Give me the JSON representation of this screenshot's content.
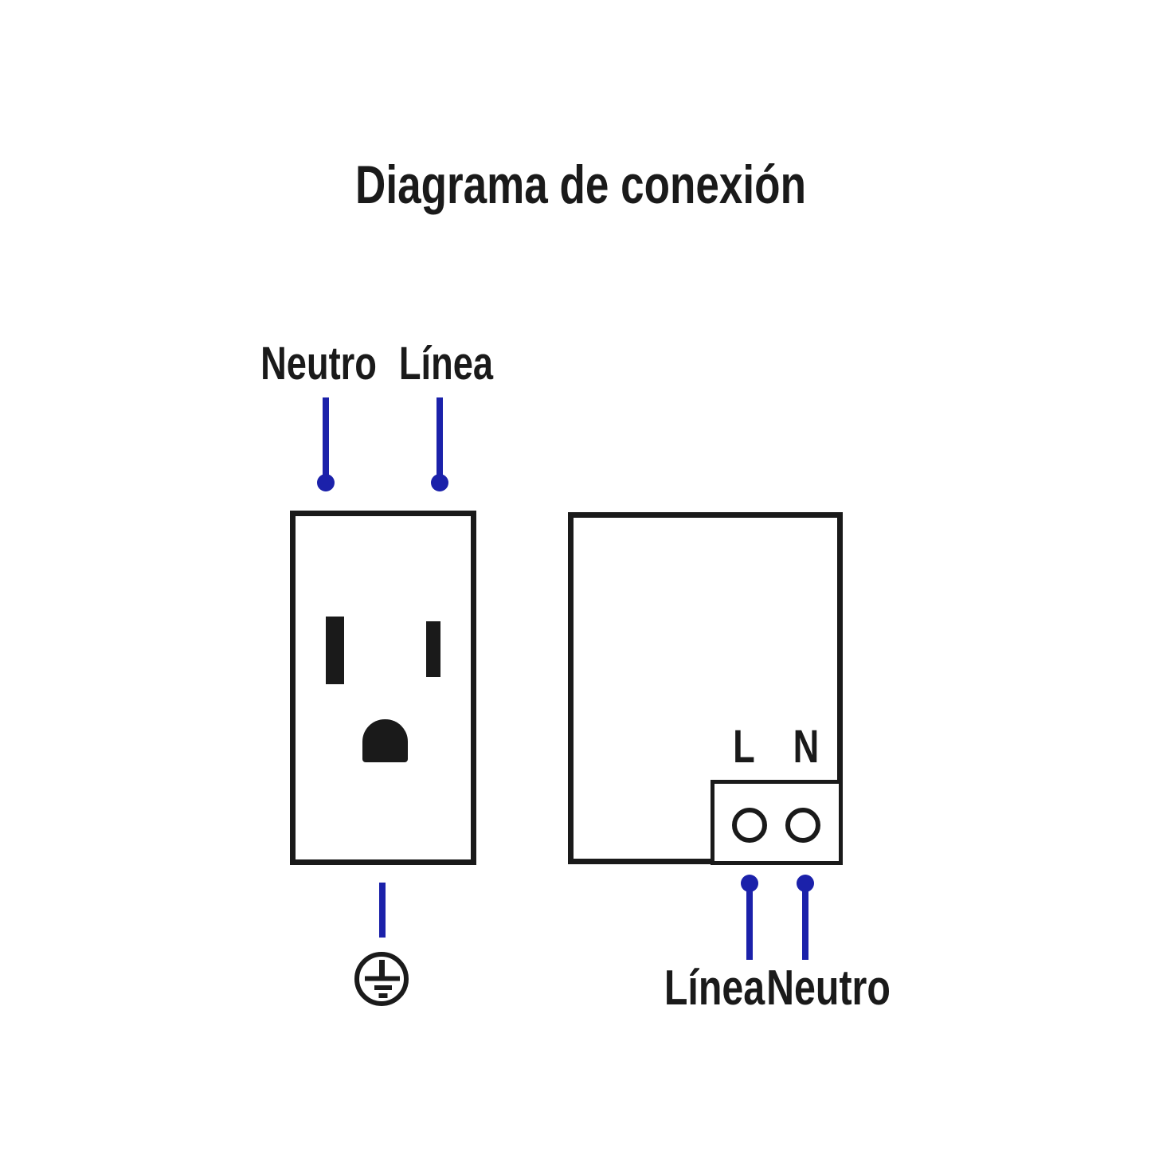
{
  "title": "Diagrama de conexión",
  "colors": {
    "wire_blue": "#1b21aa",
    "ink_black": "#1a1a1a",
    "background": "#ffffff"
  },
  "outlet": {
    "top_labels": {
      "neutral": "Neutro",
      "line": "Línea"
    },
    "icons": [
      "neutral-slot",
      "line-slot",
      "ground-slot",
      "ground-symbol"
    ]
  },
  "device": {
    "terminal_labels": {
      "line": "L",
      "neutral": "N"
    },
    "bottom_labels": {
      "line": "Línea",
      "neutral": "Neutro"
    }
  }
}
